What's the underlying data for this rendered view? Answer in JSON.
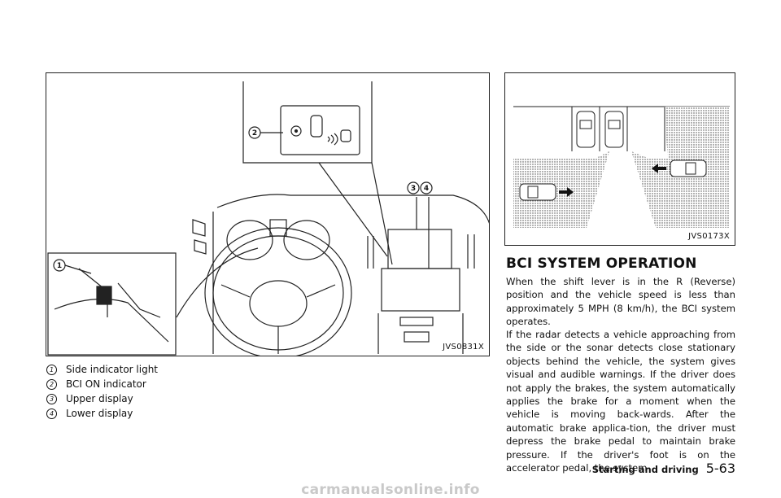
{
  "figure_left": {
    "caption": "JVS0831X",
    "callouts": [
      "1",
      "2",
      "3",
      "4"
    ]
  },
  "legend": [
    {
      "num": "1",
      "label": "Side indicator light"
    },
    {
      "num": "2",
      "label": "BCI ON indicator"
    },
    {
      "num": "3",
      "label": "Upper display"
    },
    {
      "num": "4",
      "label": "Lower display"
    }
  ],
  "figure_right": {
    "caption": "JVS0173X"
  },
  "section": {
    "heading": "BCI SYSTEM OPERATION",
    "paragraph_1": "When the shift lever is in the R (Reverse) position and the vehicle speed is less than approximately 5 MPH (8 km/h), the BCI system operates.",
    "paragraph_2": "If the radar detects a vehicle approaching from the side or the sonar detects close stationary objects behind the vehicle, the system gives visual and audible warnings. If the driver does not apply the brakes, the system automatically applies the brake for a moment when the vehicle is moving back-wards. After the automatic brake applica-tion, the driver must depress the brake pedal to maintain brake pressure. If the driver's foot is on the accelerator pedal, the system"
  },
  "footer": {
    "section": "Starting and driving",
    "page": "5-63"
  },
  "watermark": "carmanualsonline.info"
}
